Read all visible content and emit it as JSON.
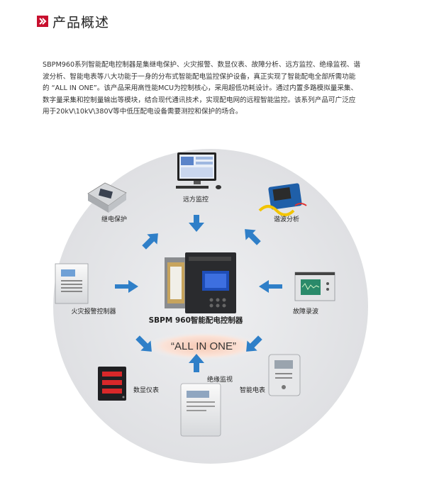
{
  "header": {
    "title": "产品概述"
  },
  "intro": {
    "lines": [
      "SBPM960系列智能配电控制器是集继电保护、火灾报警、数显仪表、故障分析、远方监控、绝缘监视、谐",
      "波分析、智能电表等八大功能于一身的分布式智能配电监控保护设备，真正实现了智能配电全部所需功能",
      "的 “ALL IN ONE”。该产品采用高性能MCU为控制核心，采用超低功耗设计。通过内置多路模拟量采集、",
      "数字量采集和控制量输出等模块，结合现代通讯技术，实现配电网的远程智能监控。该系列产品可广泛应",
      "用于20kV\\10kV\\380V等中低压配电设备需要测控和保护的场合。"
    ]
  },
  "diagram": {
    "center_label": "SBPM 960智能配电控制器",
    "all_in_one": "“ALL IN ONE”",
    "colors": {
      "arrow": "#2f7fc8",
      "circle": "#e5e6e8",
      "accent": "#c8102e",
      "glow": "#f3c0ac"
    },
    "functions": {
      "remote": "远方监控",
      "relay": "继电保护",
      "harmonic": "谐波分析",
      "fire": "火灾报警控制器",
      "fault": "故障录波",
      "meter": "数显仪表",
      "insulation": "绝缘监视",
      "smart_meter": "智能电表"
    }
  }
}
